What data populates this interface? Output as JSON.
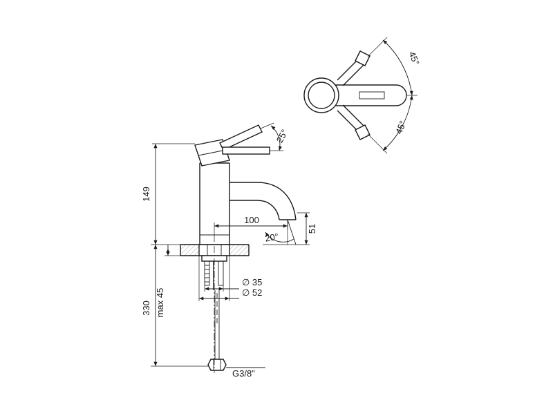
{
  "dimensions": {
    "height_149": "149",
    "total_330": "330",
    "max_45": "max 45",
    "reach_100": "100",
    "spout_51": "51",
    "angle_20": "20°",
    "angle_25": "25°",
    "dia_35": "∅ 35",
    "dia_52": "∅ 52",
    "thread": "G3/8\"",
    "top_angle_upper": "45°",
    "top_angle_lower": "45°"
  },
  "colors": {
    "line": "#1a1a1a",
    "background": "#ffffff"
  }
}
